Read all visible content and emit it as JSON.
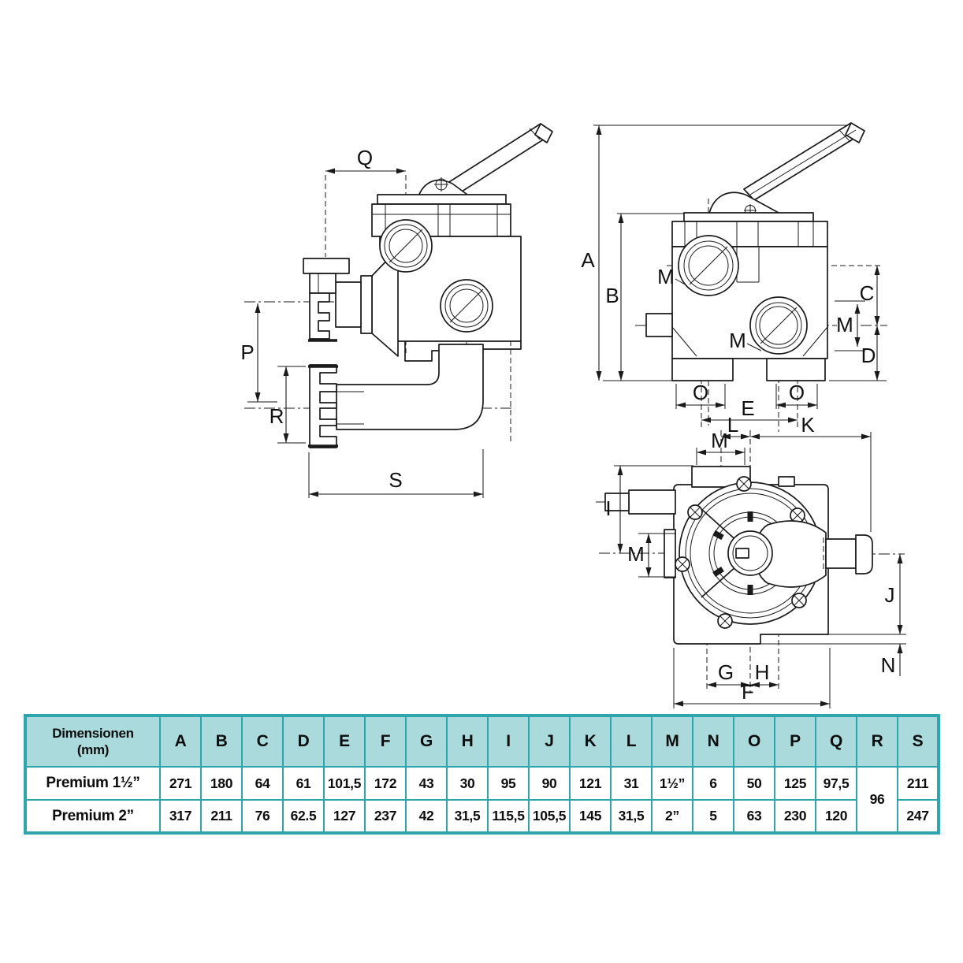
{
  "theme": {
    "page-bg": "#ffffff",
    "line": "#1a1a1a",
    "label": "#111111",
    "table-border": "#2fa6ad",
    "header-bg": "#aadadb",
    "cell-bg": "#ffffff",
    "text": "#0d0d0d"
  },
  "diagram": {
    "description": "Multiport valve technical drawing, three orthographic views with dimension letters",
    "side": {
      "q": "Q",
      "p": "P",
      "r": "R",
      "s": "S"
    },
    "front": {
      "a": "A",
      "b": "B",
      "c": "C",
      "d": "D",
      "e": "E",
      "m_left": "M",
      "m_mid": "M",
      "m_right": "M",
      "o_left": "O",
      "o_right": "O"
    },
    "top": {
      "l": "L",
      "k": "K",
      "m_top": "M",
      "m_left": "M",
      "i": "I",
      "j": "J",
      "n": "N",
      "g": "G",
      "h": "H",
      "f": "F"
    }
  },
  "table": {
    "corner": {
      "line1": "Dimensionen",
      "line2": "(mm)"
    },
    "columns": [
      "A",
      "B",
      "C",
      "D",
      "E",
      "F",
      "G",
      "H",
      "I",
      "J",
      "K",
      "L",
      "M",
      "N",
      "O",
      "P",
      "Q",
      "R",
      "S"
    ],
    "merged_r": "96",
    "rows": [
      {
        "label": "Premium 1½”",
        "A": "271",
        "B": "180",
        "C": "64",
        "D": "61",
        "E": "101,5",
        "F": "172",
        "G": "43",
        "H": "30",
        "I": "95",
        "J": "90",
        "K": "121",
        "L": "31",
        "M": "1½”",
        "N": "6",
        "O": "50",
        "P": "125",
        "Q": "97,5",
        "S": "211"
      },
      {
        "label": "Premium 2”",
        "A": "317",
        "B": "211",
        "C": "76",
        "D": "62.5",
        "E": "127",
        "F": "237",
        "G": "42",
        "H": "31,5",
        "I": "115,5",
        "J": "105,5",
        "K": "145",
        "L": "31,5",
        "M": "2”",
        "N": "5",
        "O": "63",
        "P": "230",
        "Q": "120",
        "S": "247"
      }
    ]
  }
}
